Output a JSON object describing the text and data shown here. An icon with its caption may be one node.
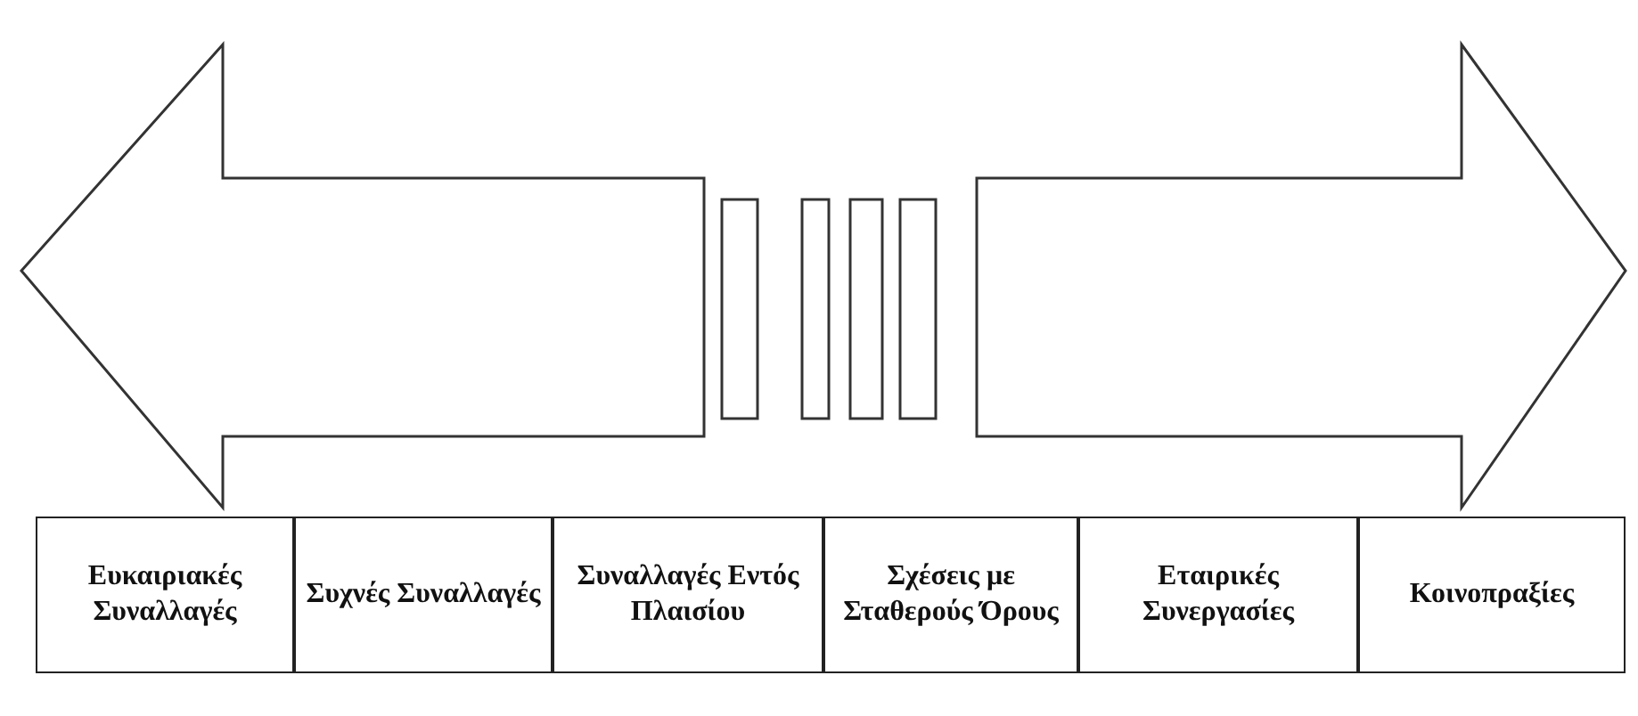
{
  "diagram": {
    "nodes": [
      {
        "text": [
          "Ευκαιριακές Συναλλαγές"
        ]
      },
      {
        "text": [
          "Συχνές Συναλλαγές"
        ]
      },
      {
        "text": [
          "Συναλλαγές Εντός Πλαισίου"
        ]
      },
      {
        "text": [
          "Σχέσεις με Σταθερούς Όρους"
        ]
      },
      {
        "text": [
          "Εταιρικές Συνεργασίες"
        ]
      },
      {
        "text": [
          "Κοινοπραξίες"
        ]
      }
    ],
    "edges": []
  }
}
